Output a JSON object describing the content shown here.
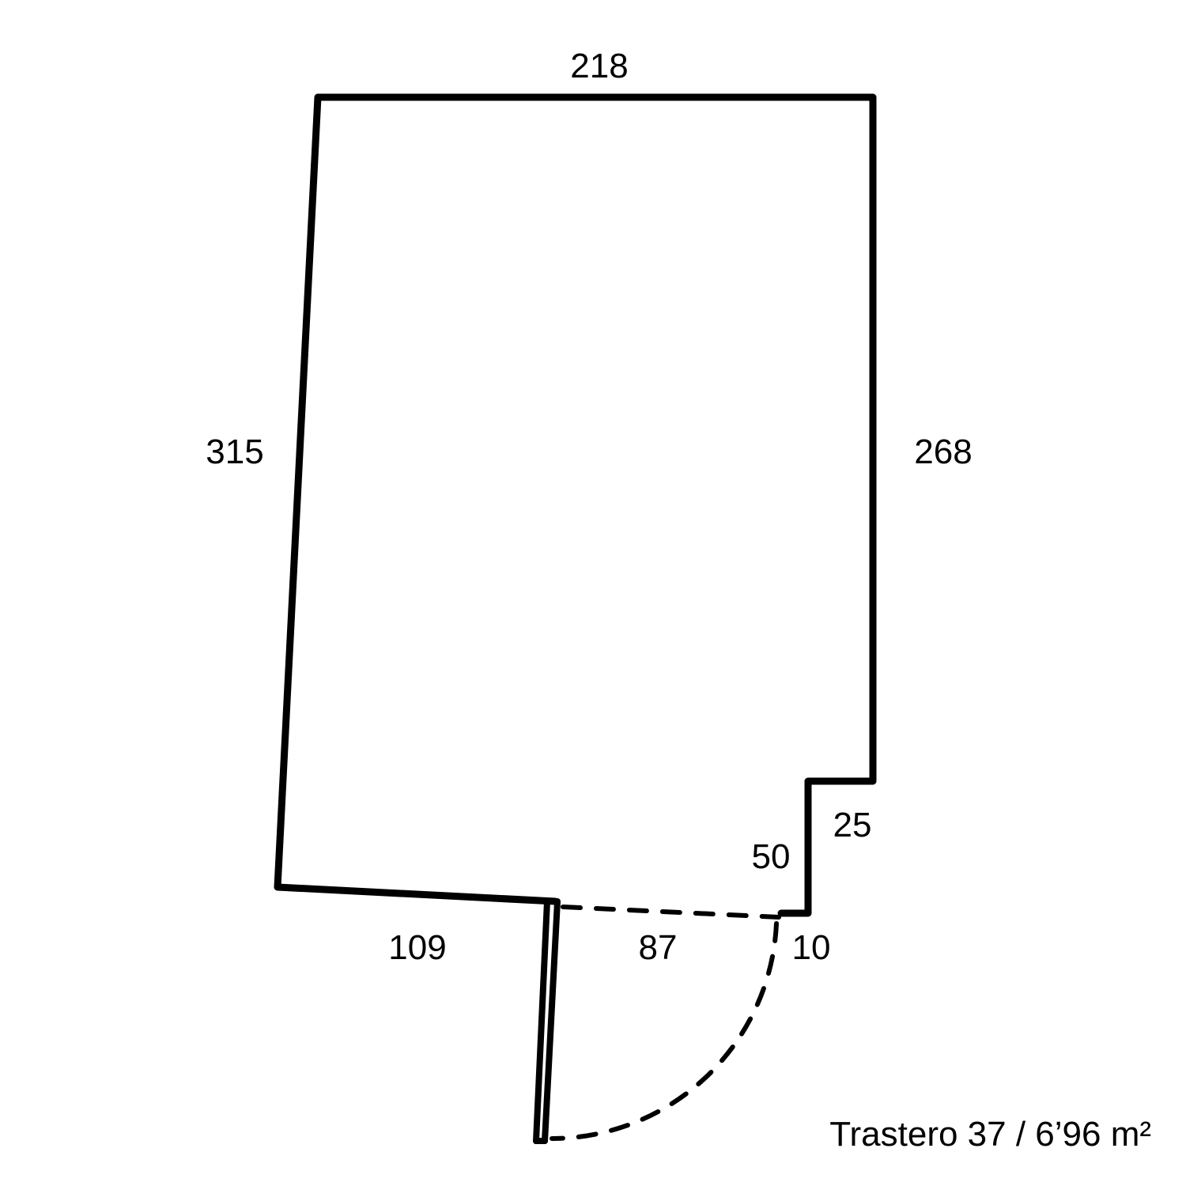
{
  "plan": {
    "dimensions": {
      "top": "218",
      "left": "315",
      "right": "268",
      "notch_horizontal": "25",
      "notch_vertical": "50",
      "bottom_left": "109",
      "door_opening": "87",
      "bottom_right": "10"
    },
    "caption": "Trastero 37 / 6’96 m²",
    "colors": {
      "line": "#000000",
      "background": "#ffffff"
    }
  }
}
